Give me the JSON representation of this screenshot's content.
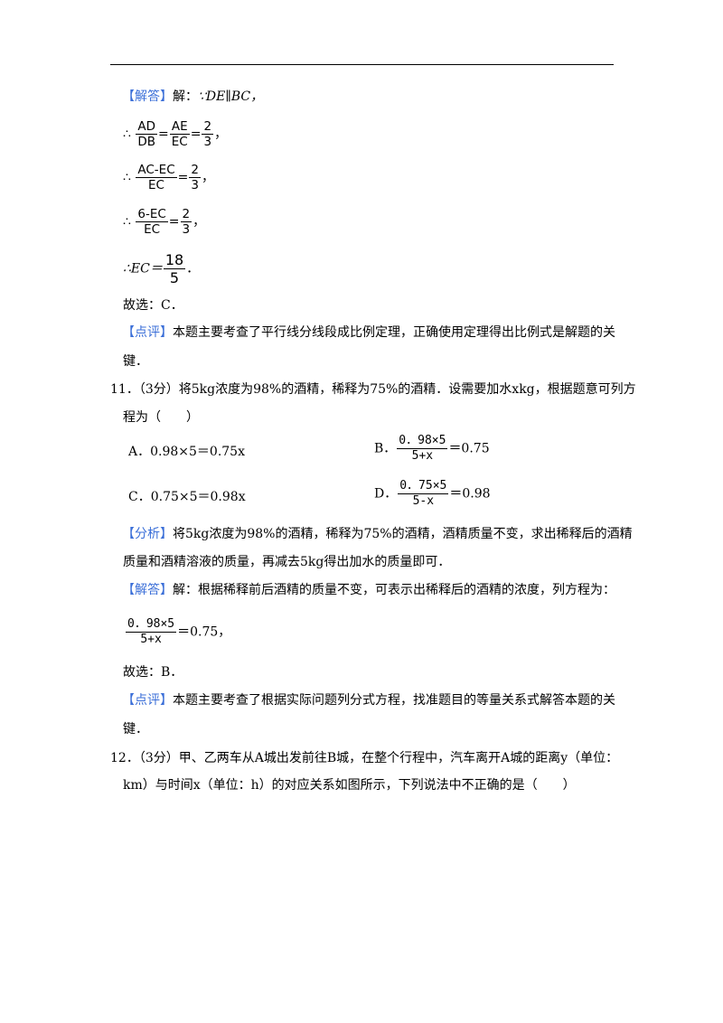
{
  "q10": {
    "answer_tag": "【解答】",
    "answer_intro": "解：",
    "given": "∵DE∥BC，",
    "step1_therefore": "∴",
    "step1_f1_num": "AD",
    "step1_f1_den": "DB",
    "step1_f2_num": "AE",
    "step1_f2_den": "EC",
    "step1_f3_num": "2",
    "step1_f3_den": "3",
    "step1_tail": "，",
    "step2_num": "AC-EC",
    "step2_den": "EC",
    "step2_r_num": "2",
    "step2_r_den": "3",
    "step2_tail": "，",
    "step3_num": "6-EC",
    "step3_den": "EC",
    "step3_r_num": "2",
    "step3_r_den": "3",
    "step3_tail": "，",
    "step4_lhs": "∴EC＝",
    "step4_num": "18",
    "step4_den": "5",
    "step4_tail": "．",
    "choice": "故选：C．",
    "comment_tag": "【点评】",
    "comment_line1": "本题主要考查了平行线分线段成比例定理，正确使用定理得出比例式是解题的关",
    "comment_line2": "键．"
  },
  "q11": {
    "stem_line1": "11．（3分）将5kg浓度为98%的酒精，稀释为75%的酒精．设需要加水xkg，根据题意可列方",
    "stem_line2": "程为（　　）",
    "option_a": "A．0.98×5＝0.75x",
    "option_b_label": "B．",
    "option_b_num": "0．98×5",
    "option_b_den": "5+x",
    "option_b_rhs": "＝0.75",
    "option_c": "C．0.75×5＝0.98x",
    "option_d_label": "D．",
    "option_d_num": "0．75×5",
    "option_d_den": "5-x",
    "option_d_rhs": "＝0.98",
    "analysis_tag": "【分析】",
    "analysis_line1": "将5kg浓度为98%的酒精，稀释为75%的酒精，酒精质量不变，求出稀释后的酒精",
    "analysis_line2": "质量和酒精溶液的质量，再减去5kg得出加水的质量即可．",
    "answer_tag": "【解答】",
    "answer_line": "解：根据稀释前后酒精的质量不变，可表示出稀释后的酒精的浓度，列方程为：",
    "eq_num": "0．98×5",
    "eq_den": "5+x",
    "eq_rhs": "＝0.75，",
    "choice": "故选：B．",
    "comment_tag": "【点评】",
    "comment_line1": "本题主要考查了根据实际问题列分式方程，找准题目的等量关系式解答本题的关",
    "comment_line2": "键．"
  },
  "q12": {
    "stem_line1": "12．（3分）甲、乙两车从A城出发前往B城，在整个行程中，汽车离开A城的距离y（单位：",
    "stem_line2": "km）与时间x（单位：h）的对应关系如图所示，下列说法中不正确的是（　　）"
  }
}
